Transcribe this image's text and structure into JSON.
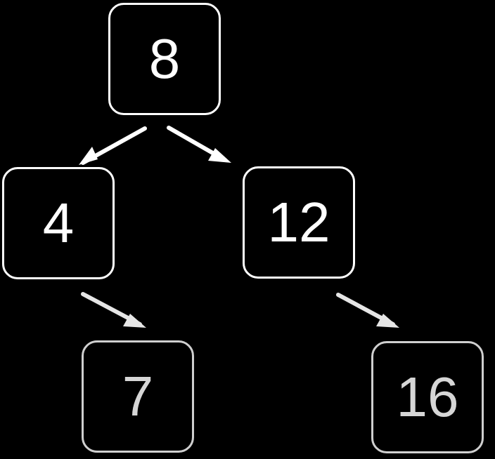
{
  "tree": {
    "nodes": [
      {
        "id": "8",
        "label": "8"
      },
      {
        "id": "4",
        "label": "4"
      },
      {
        "id": "12",
        "label": "12"
      },
      {
        "id": "7",
        "label": "7"
      },
      {
        "id": "16",
        "label": "16"
      }
    ],
    "edges": [
      {
        "from": "8",
        "to": "4"
      },
      {
        "from": "8",
        "to": "12"
      },
      {
        "from": "4",
        "to": "7"
      },
      {
        "from": "12",
        "to": "16"
      }
    ]
  },
  "colors": {
    "background": "#000000",
    "node_border": "#ffffff",
    "node_text": "#ffffff",
    "faded_node_border": "#cfcfcf",
    "faded_node_text": "#d6d6d6",
    "arrow": "#ffffff",
    "faded_arrow": "#e6e6e6"
  }
}
